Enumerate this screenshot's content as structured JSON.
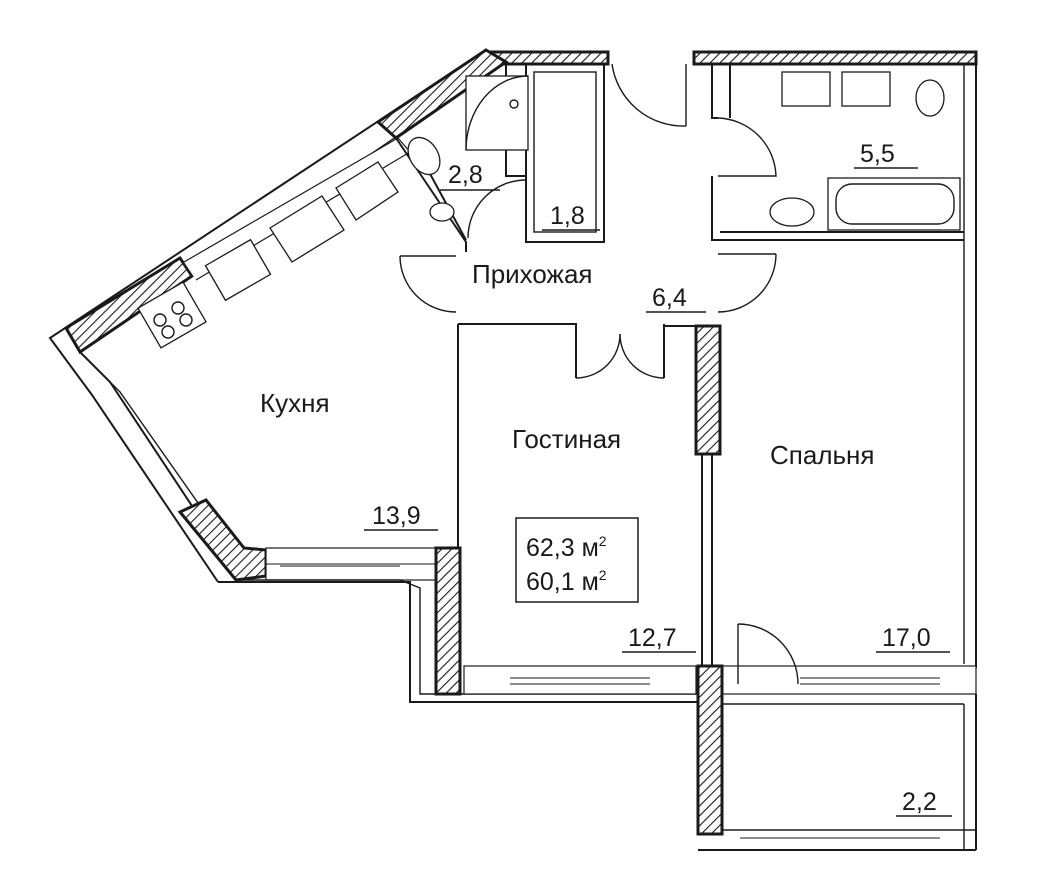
{
  "rooms": [
    {
      "id": "hallway",
      "name": "Прихожая",
      "area": "6,4"
    },
    {
      "id": "kitchen",
      "name": "Кухня",
      "area": "13,9"
    },
    {
      "id": "living",
      "name": "Гостиная",
      "area": "12,7"
    },
    {
      "id": "bedroom",
      "name": "Спальня",
      "area": "17,0"
    },
    {
      "id": "bathroom",
      "name": "",
      "area": "5,5"
    },
    {
      "id": "toilet",
      "name": "",
      "area": "2,8"
    },
    {
      "id": "closet",
      "name": "",
      "area": "1,8"
    },
    {
      "id": "balcony",
      "name": "",
      "area": "2,2"
    }
  ],
  "totals": {
    "total_area": "62,3 м",
    "living_area": "60,1 м",
    "unit_sup": "2"
  }
}
